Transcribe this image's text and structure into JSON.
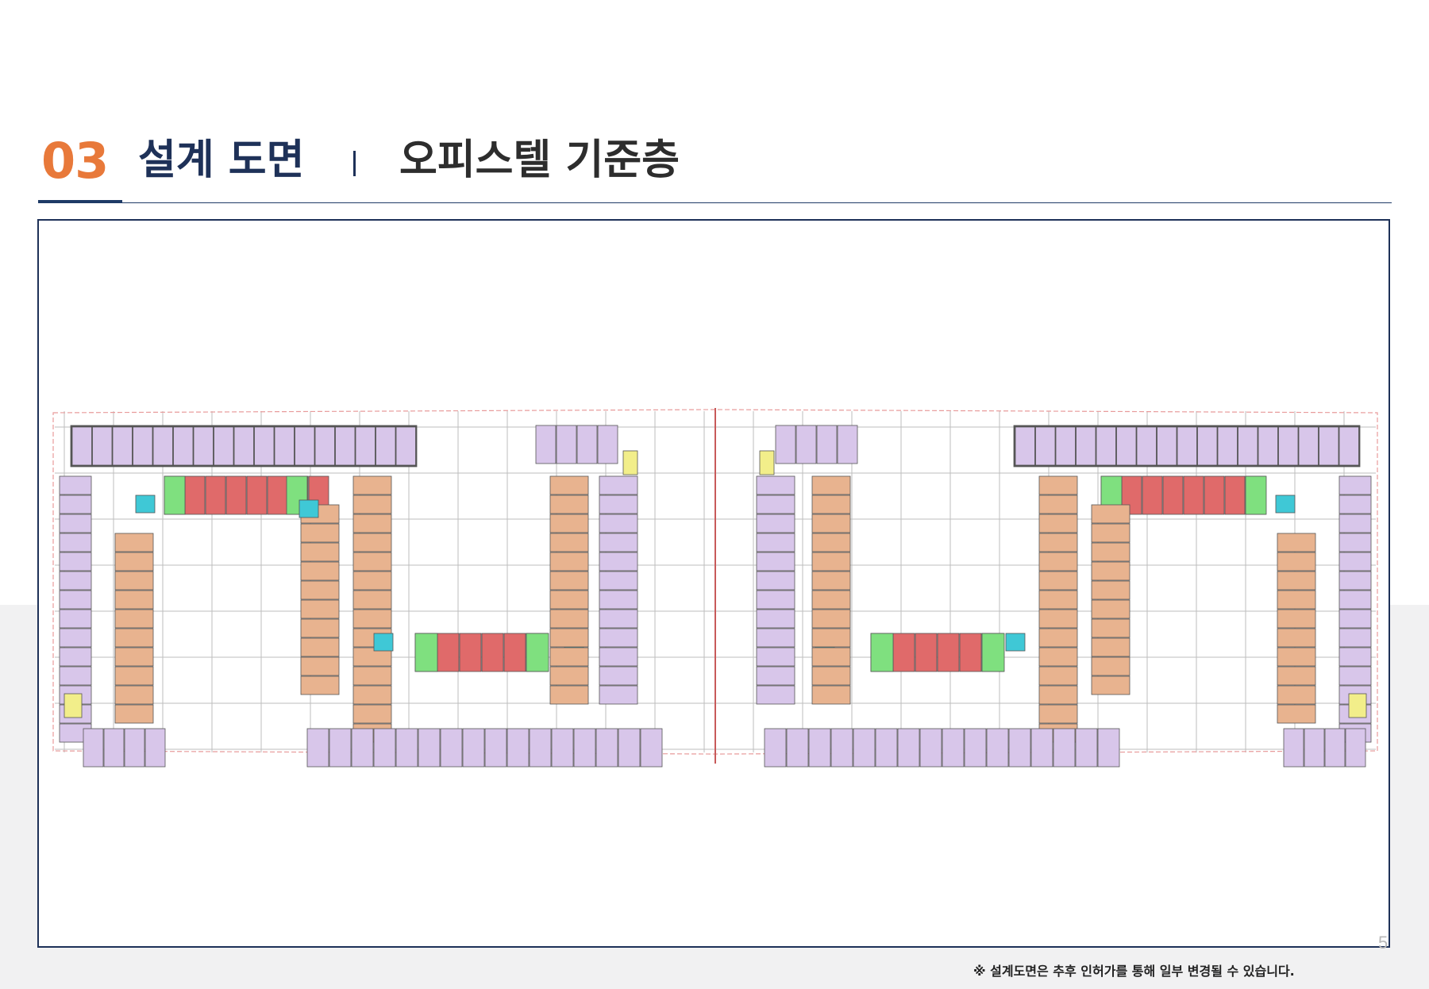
{
  "header": {
    "section_number": "03",
    "section_title": "설계 도면",
    "subtitle": "오피스텔 기준층"
  },
  "page_number": "5",
  "footnote": "※ 설계도면은 추후 인허가를 통해 일부 변경될 수 있습니다.",
  "colors": {
    "accent_orange": "#e8793a",
    "navy": "#1e3158",
    "unit_purple": "#d8c6ea",
    "unit_peach": "#e8b38f",
    "unit_red": "#e06a6a",
    "unit_green": "#7fe07f",
    "core_cyan": "#3fc8d6",
    "yellow": "#f2ee8a"
  }
}
